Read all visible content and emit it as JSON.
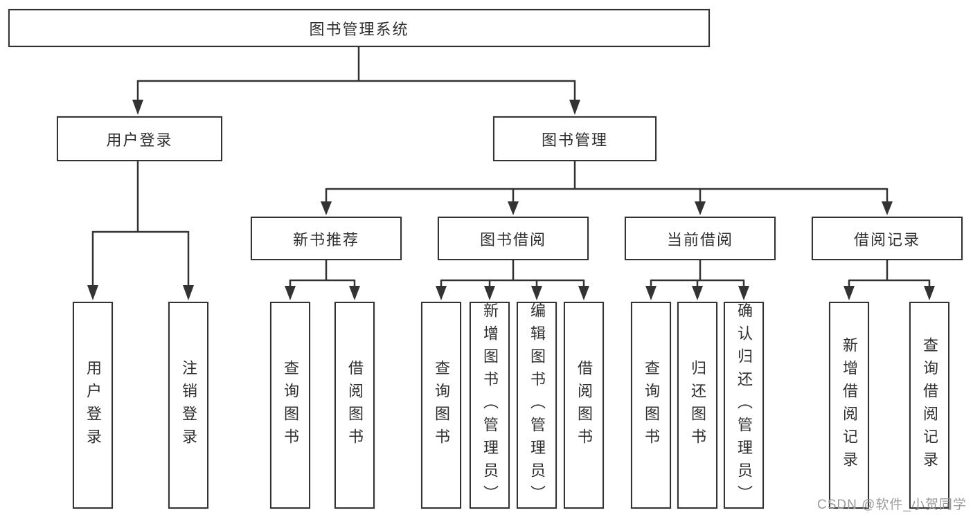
{
  "colors": {
    "line": "#333333",
    "text": "#2f2f2f",
    "watermark": "#9b9b9b",
    "background": "#ffffff"
  },
  "tree": {
    "label": "图书管理系统",
    "children": [
      {
        "label": "用户登录",
        "children": [
          {
            "label": "用户登录"
          },
          {
            "label": "注销登录"
          }
        ]
      },
      {
        "label": "图书管理",
        "children": [
          {
            "label": "新书推荐",
            "children": [
              {
                "label": "查询图书"
              },
              {
                "label": "借阅图书"
              }
            ]
          },
          {
            "label": "图书借阅",
            "children": [
              {
                "label": "查询图书"
              },
              {
                "label": "新增图书（管理员）"
              },
              {
                "label": "编辑图书（管理员）"
              },
              {
                "label": "借阅图书"
              }
            ]
          },
          {
            "label": "当前借阅",
            "children": [
              {
                "label": "查询图书"
              },
              {
                "label": "归还图书"
              },
              {
                "label": "确认归还（管理员）"
              }
            ]
          },
          {
            "label": "借阅记录",
            "children": [
              {
                "label": "新增借阅记录"
              },
              {
                "label": "查询借阅记录"
              }
            ]
          }
        ]
      }
    ]
  },
  "watermark": {
    "text": "CSDN @软件_小贺同学"
  }
}
